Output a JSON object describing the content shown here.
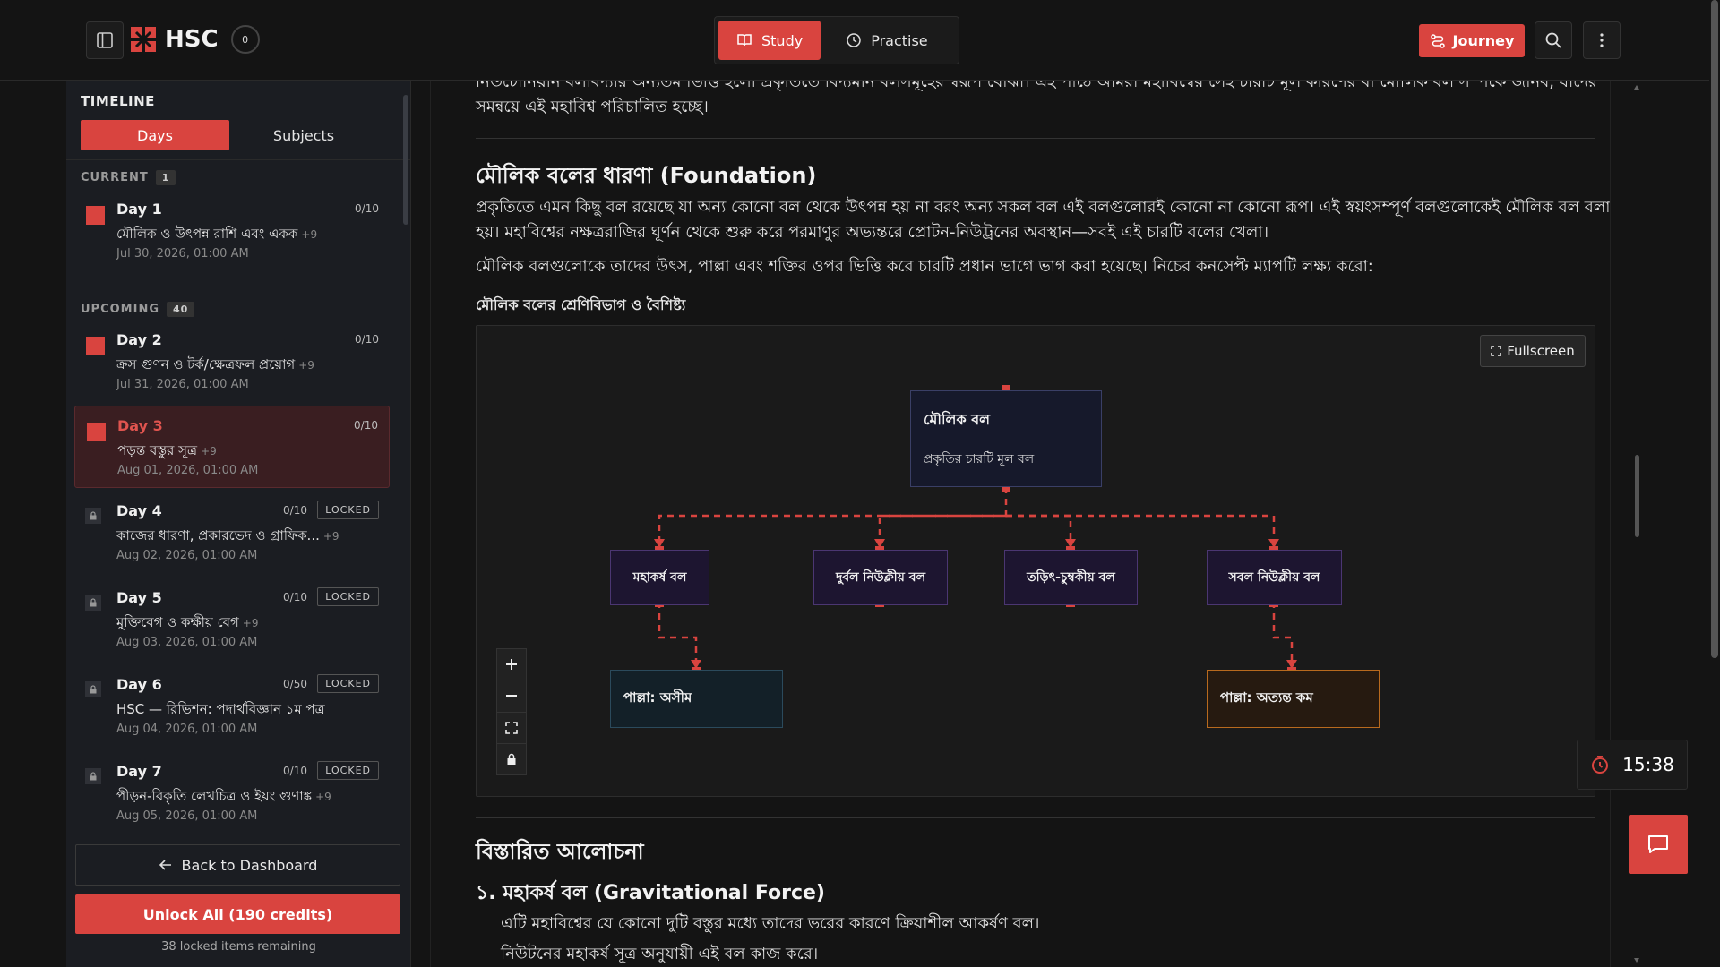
{
  "header": {
    "brand_title": "HSC",
    "brand_badge": "0",
    "modes": [
      {
        "label": "Study",
        "active": true
      },
      {
        "label": "Practise",
        "active": false
      }
    ],
    "journey_label": "Journey"
  },
  "sidebar": {
    "title": "TIMELINE",
    "tabs": [
      {
        "label": "Days",
        "active": true
      },
      {
        "label": "Subjects",
        "active": false
      }
    ],
    "current_label": "CURRENT",
    "current_count": "1",
    "upcoming_label": "UPCOMING",
    "upcoming_count": "40",
    "days": [
      {
        "name": "Day 1",
        "topic": "মৌলিক ও উৎপন্ন রাশি এবং একক",
        "more": "+9",
        "date": "Jul 30, 2026, 01:00 AM",
        "progress": "0/10",
        "locked": false
      },
      {
        "name": "Day 2",
        "topic": "ক্রস গুণন ও টর্ক/ক্ষেত্রফল প্রয়োগ",
        "more": "+9",
        "date": "Jul 31, 2026, 01:00 AM",
        "progress": "0/10",
        "locked": false
      },
      {
        "name": "Day 3",
        "topic": "পড়ন্ত বস্তুর সূত্র",
        "more": "+9",
        "date": "Aug 01, 2026, 01:00 AM",
        "progress": "0/10",
        "locked": false
      },
      {
        "name": "Day 4",
        "topic": "কাজের ধারণা, প্রকারভেদ ও গ্রাফিক...",
        "more": "+9",
        "date": "Aug 02, 2026, 01:00 AM",
        "progress": "0/10",
        "locked": true
      },
      {
        "name": "Day 5",
        "topic": "মুক্তিবেগ ও কক্ষীয় বেগ",
        "more": "+9",
        "date": "Aug 03, 2026, 01:00 AM",
        "progress": "0/10",
        "locked": true
      },
      {
        "name": "Day 6",
        "topic": "HSC — রিভিশন: পদার্থবিজ্ঞান ১ম পত্র",
        "more": "",
        "date": "Aug 04, 2026, 01:00 AM",
        "progress": "0/50",
        "locked": true
      },
      {
        "name": "Day 7",
        "topic": "পীড়ন-বিকৃতি লেখচিত্র ও ইয়ং গুণাঙ্ক",
        "more": "+9",
        "date": "Aug 05, 2026, 01:00 AM",
        "progress": "0/10",
        "locked": true
      }
    ],
    "locked_label": "LOCKED",
    "back_label": "Back to Dashboard",
    "unlock_label": "Unlock All (190 credits)",
    "remaining_text": "38 locked items remaining"
  },
  "main": {
    "intro_line_1": "নিউটোনিয়ান বলবিদ্যার অন্যতম ভিত্তি হলো প্রকৃতিতে বিদ্যমান বলসমূহের স্বরূপ বোঝা। এই পাঠে আমরা মহাবিশ্বের সেই চারটি মূল কারণের বা মৌলিক বল সম্পর্কে জানব, যাদের",
    "intro_line_2": "সমন্বয়ে এই মহাবিশ্ব পরিচালিত হচ্ছে।",
    "section_heading": "মৌলিক বলের ধারণা (Foundation)",
    "para1_line1": "প্রকৃতিতে এমন কিছু বল রয়েছে যা অন্য কোনো বল থেকে উৎপন্ন হয় না বরং অন্য সকল বল এই বলগুলোরই কোনো না কোনো রূপ। এই স্বয়ংসম্পূর্ণ বলগুলোকেই মৌলিক বল বলা",
    "para1_line2": "হয়। মহাবিশ্বের নক্ষত্ররাজির ঘূর্ণন থেকে শুরু করে পরমাণুর অভ্যন্তরে প্রোটন-নিউট্রনের অবস্থান—সবই এই চারটি বলের খেলা।",
    "para2": "মৌলিক বলগুলোকে তাদের উৎস, পাল্লা এবং শক্তির ওপর ভিত্তি করে চারটি প্রধান ভাগে ভাগ করা হয়েছে। নিচের কনসেপ্ট ম্যাপটি লক্ষ্য করো:",
    "diagram_caption": "মৌলিক বলের শ্রেণিবিভাগ ও বৈশিষ্ট্য",
    "fullscreen_label": "Fullscreen",
    "diagram": {
      "root_title": "মৌলিক বল",
      "root_sub": "প্রকৃতির চারটি মূল বল",
      "children": [
        "মহাকর্ষ বল",
        "দুর্বল নিউক্লীয় বল",
        "তড়িৎ-চুম্বকীয় বল",
        "সবল নিউক্লীয় বল"
      ],
      "leaf_left": "পাল্লা: অসীম",
      "leaf_right": "পাল্লা: অত্যন্ত কম",
      "colors": {
        "accent": "#d9443f",
        "root_bg": "#16192b",
        "child_bg": "#1d1530",
        "leaf_left_bg": "#132028",
        "leaf_right_bg": "#261a10",
        "leaf_right_border": "#b86a1e"
      }
    },
    "detail_heading": "বিস্তারিত আলোচনা",
    "sub_heading": "১. মহাকর্ষ বল (Gravitational Force)",
    "bullet1": "এটি মহাবিশ্বের যে কোনো দুটি বস্তুর মধ্যে তাদের ভরের কারণে ক্রিয়াশীল আকর্ষণ বল।",
    "bullet2": "নিউটনের মহাকর্ষ সূত্র অনুযায়ী এই বল কাজ করে।"
  },
  "timer": "15:38",
  "colors": {
    "accent": "#d9443f",
    "bg": "#141414",
    "sidebar_bg": "#1b1d22"
  }
}
